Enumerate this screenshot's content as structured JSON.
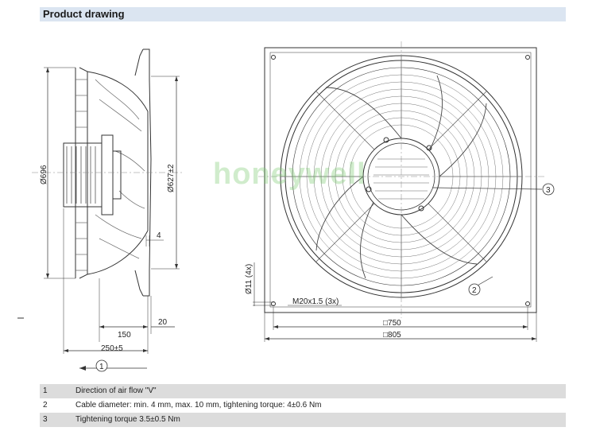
{
  "header": {
    "title": "Product drawing"
  },
  "watermark": {
    "text": "honeywell"
  },
  "side_view": {
    "dim_diameter_696": "Ø696",
    "dim_diameter_627": "Ø627±2",
    "dim_4": "4",
    "dim_150": "150",
    "dim_20": "20",
    "dim_250": "250±5",
    "callout_1": "1"
  },
  "front_view": {
    "dim_hole": "Ø11 (4x)",
    "dim_thread": "M20x1.5 (3x)",
    "dim_750": "□750",
    "dim_805": "□805",
    "callout_2": "2",
    "callout_3": "3"
  },
  "notes": [
    {
      "num": "1",
      "text": "Direction of air flow \"V\""
    },
    {
      "num": "2",
      "text": "Cable diameter: min. 4 mm, max. 10 mm, tightening torque: 4±0.6 Nm"
    },
    {
      "num": "3",
      "text": "Tightening torque 3.5±0.5 Nm"
    }
  ],
  "colors": {
    "header_bg": "#dbe5f1",
    "row_shade": "#dcdcdc",
    "watermark": "#78c86e"
  }
}
